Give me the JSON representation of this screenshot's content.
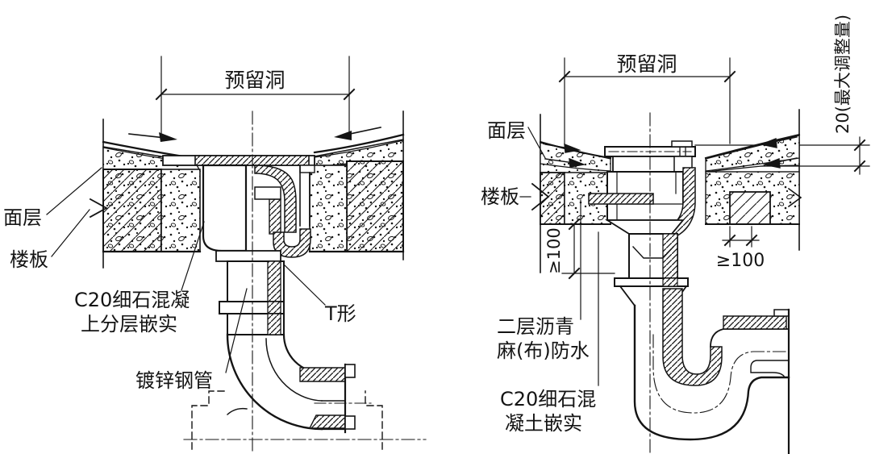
{
  "figure": {
    "background": "#ffffff",
    "ink": "#141414",
    "description_type": "plumbing-floor-drain-installation-detail"
  },
  "left": {
    "dim_hole": "预留洞",
    "labels": {
      "surface": "面层",
      "slab": "楼板",
      "c20_line1": "C20细石混凝",
      "c20_line2": "上分层嵌实",
      "t_shape": "T形",
      "pipe": "镀锌钢管"
    }
  },
  "right": {
    "dim_hole": "预留洞",
    "max_adjust": "20(最大调整量)",
    "dim_depth": "≥100",
    "dim_bearing": "≥100",
    "labels": {
      "surface": "面层",
      "slab": "楼板",
      "wp_line1": "二层沥青",
      "wp_line2": "麻(布)防水",
      "c20_line1": "C20细石混",
      "c20_line2": "凝土嵌实"
    }
  }
}
